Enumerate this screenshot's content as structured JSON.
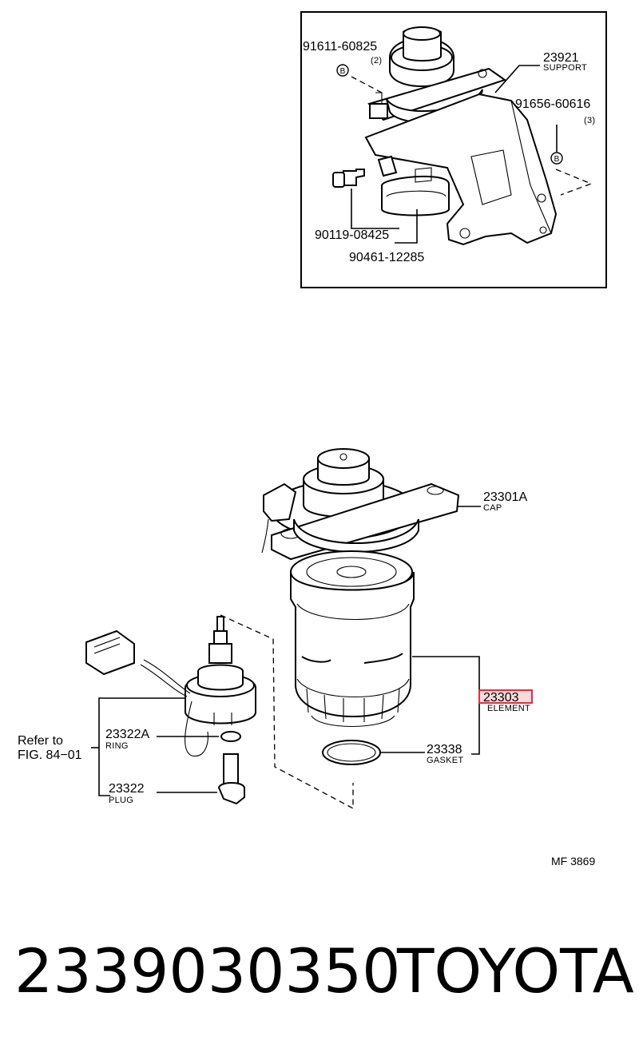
{
  "inset": {
    "callouts": [
      {
        "id": "c1",
        "number": "91611-60825",
        "qty": "(2)",
        "bolt_mark": "B"
      },
      {
        "id": "c2",
        "number": "23921",
        "name": "SUPPORT"
      },
      {
        "id": "c3",
        "number": "91656-60616",
        "qty": "(3)",
        "bolt_mark": "B"
      },
      {
        "id": "c4",
        "number": "90119-08425"
      },
      {
        "id": "c5",
        "number": "90461-12285"
      }
    ]
  },
  "main": {
    "callouts": [
      {
        "id": "m1",
        "number": "23301A",
        "name": "CAP"
      },
      {
        "id": "m2",
        "number": "23303",
        "name": "ELEMENT",
        "highlighted": true
      },
      {
        "id": "m3",
        "number": "23338",
        "name": "GASKET"
      },
      {
        "id": "m4",
        "number": "23322A",
        "name": "RING"
      },
      {
        "id": "m5",
        "number": "23322",
        "name": "PLUG"
      }
    ],
    "refer": {
      "line1": "Refer to",
      "line2": "FIG. 84−01"
    },
    "figure_code": "MF 3869"
  },
  "footer": {
    "part_number": "2339030350",
    "brand": "TOYOTA"
  },
  "colors": {
    "highlight": "#d9333f",
    "ink": "#000000",
    "background": "#ffffff"
  }
}
